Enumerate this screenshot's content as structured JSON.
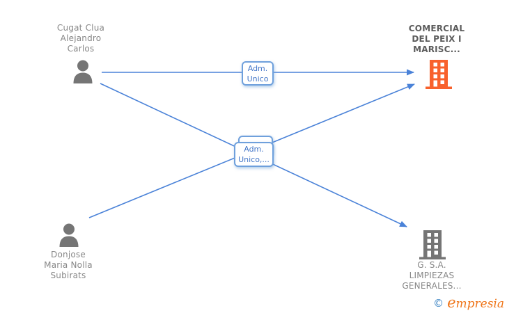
{
  "diagram": {
    "nodes": {
      "person1": {
        "type": "person",
        "name_line1": "Cugat Clua",
        "name_line2": "Alejandro",
        "name_line3": "Carlos"
      },
      "company1": {
        "type": "company",
        "name_line1": "COMERCIAL",
        "name_line2": "DEL PEIX I",
        "name_line3": "MARISC...",
        "highlighted": true
      },
      "person2": {
        "type": "person",
        "name_line1": "Donjose",
        "name_line2": "Maria Nolla",
        "name_line3": "Subirats"
      },
      "company2": {
        "type": "company",
        "name_line1": "G. S.A.",
        "name_line2": "LIMPIEZAS",
        "name_line3": "GENERALES..."
      }
    },
    "edge_labels": {
      "adm_unico": {
        "line1": "Adm.",
        "line2": "Unico"
      },
      "adm_unico_more": {
        "line1": "Adm.",
        "line2": "Unico,..."
      }
    },
    "edges": [
      {
        "from": "Cugat Clua Alejandro Carlos",
        "to": "COMERCIAL DEL PEIX I MARISC...",
        "label": "Adm. Unico"
      },
      {
        "from": "Cugat Clua Alejandro Carlos",
        "to": "G. S.A. LIMPIEZAS GENERALES...",
        "label": "Adm. Unico,..."
      },
      {
        "from": "Donjose Maria Nolla Subirats",
        "to": "COMERCIAL DEL PEIX I MARISC...",
        "label": "Adm. Unico,..."
      }
    ],
    "colors": {
      "edge_blue": "#4a82d8",
      "box_border_blue": "#6fa0dc",
      "box_text_blue": "#4477c8",
      "company_highlight_orange": "#f8612c",
      "icon_gray": "#757575",
      "person_text_gray": "#878787",
      "company_text_gray": "#5c5c5c"
    }
  },
  "footer": {
    "copyright_symbol": "©",
    "brand": "empresia",
    "brand_orange": "#ef7519",
    "copyright_blue": "#2e7cc0"
  }
}
